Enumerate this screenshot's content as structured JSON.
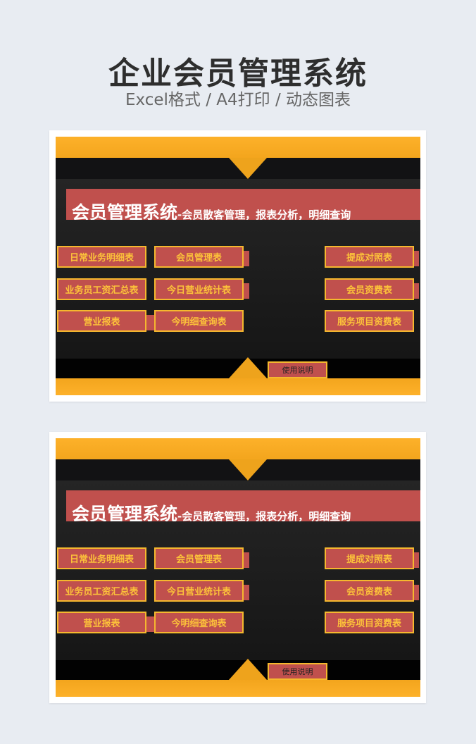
{
  "header": {
    "title": "企业会员管理系统",
    "subtitle": "Excel格式 / A4打印 / 动态图表"
  },
  "panel": {
    "title_main": "会员管理系统",
    "title_sub": "-会员散客管理，报表分析，明细查询",
    "buttons": [
      "日常业务明细表",
      "会员管理表",
      "提成对照表",
      "业务员工资汇总表",
      "今日营业统计表",
      "会员资费表",
      "营业报表",
      "今明细查询表",
      "服务项目资费表"
    ],
    "help_label": "使用说明"
  },
  "colors": {
    "accent": "#fdb12a",
    "button": "#c0504d",
    "button_text": "#fcc23a"
  }
}
